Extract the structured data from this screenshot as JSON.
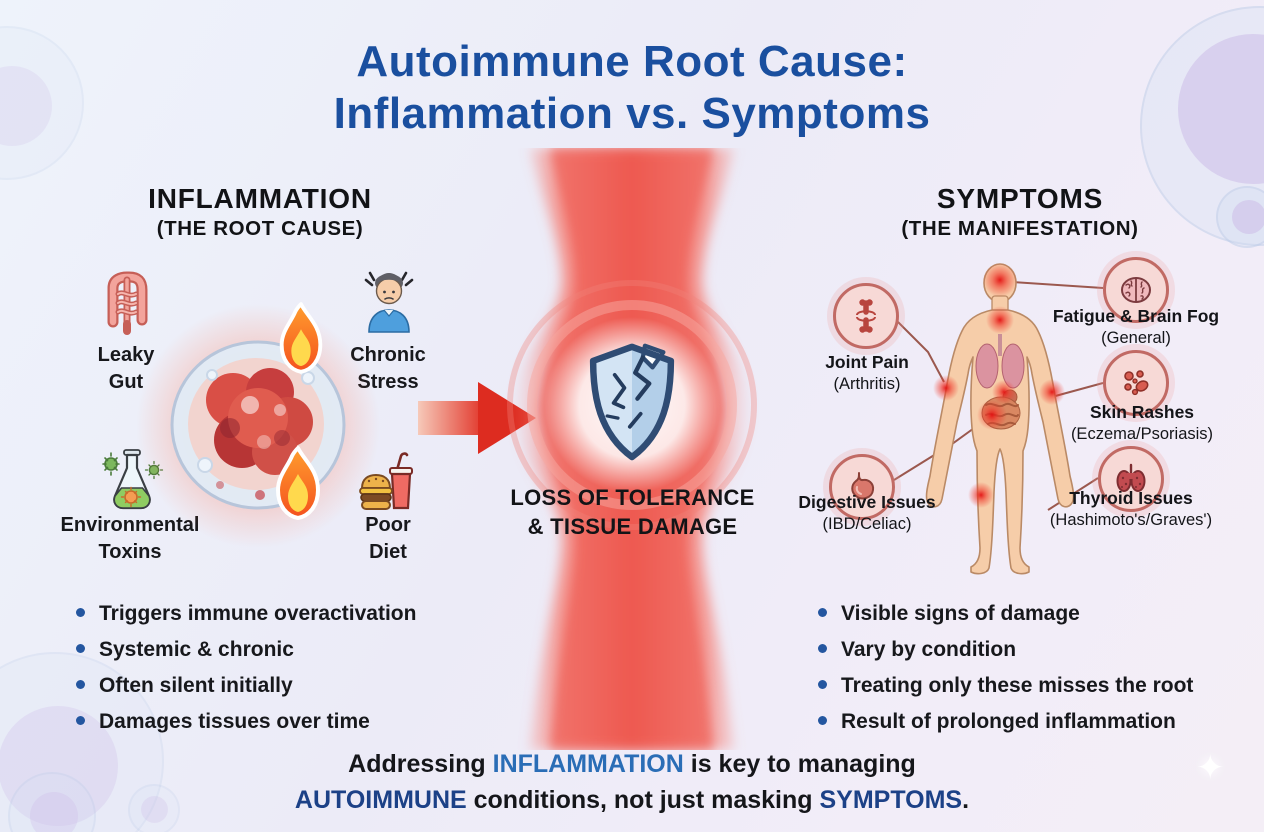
{
  "title": {
    "line1": "Autoimmune Root Cause:",
    "line2": "Inflammation vs. Symptoms"
  },
  "left": {
    "heading": "INFLAMMATION",
    "subheading": "(THE ROOT CAUSE)",
    "factors": [
      {
        "line1": "Leaky",
        "line2": "Gut",
        "icon": "intestine-icon"
      },
      {
        "line1": "Chronic",
        "line2": "Stress",
        "icon": "stressed-person-icon"
      },
      {
        "line1": "Environmental",
        "line2": "Toxins",
        "icon": "toxin-flask-icon"
      },
      {
        "line1": "Poor",
        "line2": "Diet",
        "icon": "fast-food-icon"
      }
    ],
    "illustration_icons": [
      "inflamed-cell-illustration",
      "flame-icon",
      "flame-icon"
    ],
    "bullets": [
      "Triggers immune overactivation",
      "Systemic & chronic",
      "Often silent initially",
      "Damages tissues over time"
    ]
  },
  "center": {
    "arrow_icon": "arrow-right-icon",
    "shield_icon": "cracked-shield-icon",
    "label_line1": "LOSS OF TOLERANCE",
    "label_line2": "& TISSUE DAMAGE"
  },
  "right": {
    "heading": "SYMPTOMS",
    "subheading": "(THE MANIFESTATION)",
    "body_icon": "human-body-figure",
    "symptoms": [
      {
        "name": "Joint Pain",
        "sub": "(Arthritis)",
        "icon": "joint-icon"
      },
      {
        "name": "Fatigue & Brain Fog",
        "sub": "(General)",
        "icon": "brain-icon"
      },
      {
        "name": "Skin Rashes",
        "sub": "(Eczema/Psoriasis)",
        "icon": "skin-rash-icon"
      },
      {
        "name": "Digestive Issues",
        "sub": "(IBD/Celiac)",
        "icon": "stomach-icon"
      },
      {
        "name": "Thyroid Issues",
        "sub": "(Hashimoto's/Graves')",
        "icon": "thyroid-icon"
      }
    ],
    "bullets": [
      "Visible signs of damage",
      "Vary by condition",
      "Treating only these misses the root",
      "Result of prolonged inflammation"
    ]
  },
  "footer": {
    "line1": [
      {
        "text": "Addressing ",
        "style": "dark"
      },
      {
        "text": "INFLAMMATION",
        "style": "blue"
      },
      {
        "text": " is key to managing",
        "style": "dark"
      }
    ],
    "line2": [
      {
        "text": "AUTOIMMUNE",
        "style": "navy"
      },
      {
        "text": " conditions, not just masking ",
        "style": "dark"
      },
      {
        "text": "SYMPTOMS",
        "style": "navy"
      },
      {
        "text": ".",
        "style": "dark"
      }
    ]
  },
  "colors": {
    "title_blue": "#1a4f9f",
    "accent_blue": "#2a6db6",
    "navy": "#1c4187",
    "bullet_blue": "#2456a0",
    "inflammation_red": "#e02b2b",
    "callout_border": "#c16a64"
  }
}
